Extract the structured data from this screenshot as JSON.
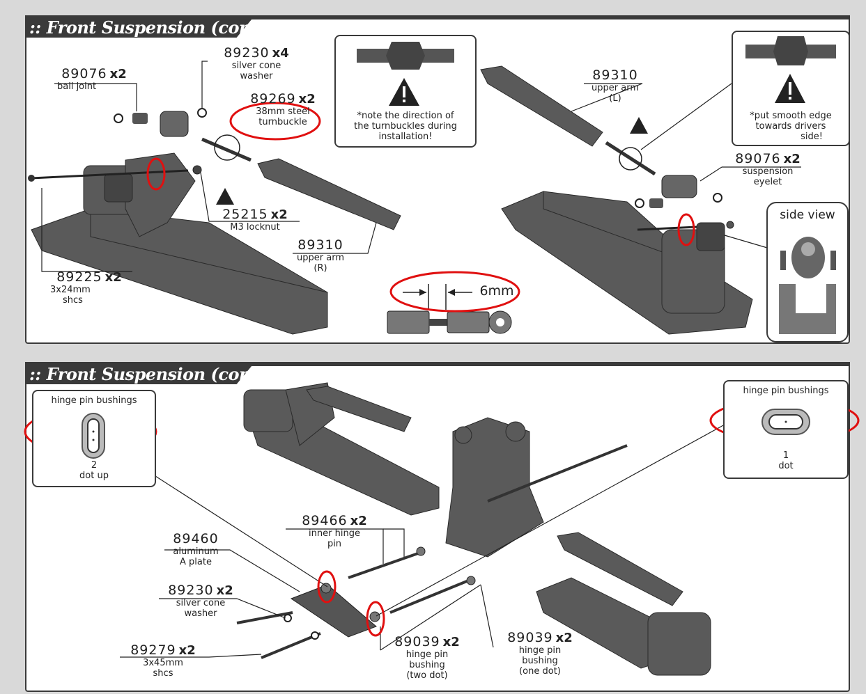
{
  "sections": [
    {
      "title": ":: Front Suspension (cont.)"
    },
    {
      "title": ":: Front Suspension (cont.)"
    }
  ],
  "top": {
    "ball_joint": {
      "pn": "89076",
      "qty": "x2",
      "desc": "ball joint"
    },
    "cone_washer": {
      "pn": "89230",
      "qty": "x4",
      "desc1": "silver cone",
      "desc2": "washer"
    },
    "turnbuckle": {
      "pn": "89269",
      "qty": "x2",
      "desc1": "38mm steel",
      "desc2": "turnbuckle"
    },
    "locknut": {
      "pn": "25215",
      "qty": "x2",
      "desc": "M3 locknut"
    },
    "shcs": {
      "pn": "89225",
      "qty": "x2",
      "desc1": "3x24mm",
      "desc2": "shcs"
    },
    "upper_arm_r": {
      "pn": "89310",
      "desc1": "upper arm",
      "desc2": "(R)"
    },
    "upper_arm_l": {
      "pn": "89310",
      "desc1": "upper arm",
      "desc2": "(L)"
    },
    "eyelet": {
      "pn": "89076",
      "qty": "x2",
      "desc1": "suspension",
      "desc2": "eyelet"
    },
    "note_left": {
      "line1": "*note the direction of",
      "line2": "the turnbuckles during",
      "line3": "installation!"
    },
    "note_right": {
      "line1": "*put smooth edge",
      "line2": "towards drivers",
      "line3": "side!"
    },
    "side_view": "side view",
    "gap": "6mm"
  },
  "bottom": {
    "bushings_left": {
      "title": "hinge pin bushings",
      "count": "2",
      "label": "dot up"
    },
    "bushings_right": {
      "title": "hinge pin bushings",
      "count": "1",
      "label": "dot"
    },
    "inner_pin": {
      "pn": "89466",
      "qty": "x2",
      "desc1": "inner hinge",
      "desc2": "pin"
    },
    "a_plate": {
      "pn": "89460",
      "desc1": "aluminum",
      "desc2": "A plate"
    },
    "cone_washer": {
      "pn": "89230",
      "qty": "x2",
      "desc1": "silver cone",
      "desc2": "washer"
    },
    "shcs": {
      "pn": "89279",
      "qty": "x2",
      "desc1": "3x45mm",
      "desc2": "shcs"
    },
    "bushing_two": {
      "pn": "89039",
      "qty": "x2",
      "desc1": "hinge pin",
      "desc2": "bushing",
      "desc3": "(two dot)"
    },
    "bushing_one": {
      "pn": "89039",
      "qty": "x2",
      "desc1": "hinge pin",
      "desc2": "bushing",
      "desc3": "(one dot)"
    }
  },
  "colors": {
    "part": "#555555",
    "part_dark": "#3a3a3a",
    "highlight": "#e01010",
    "frame": "#3a3a3a"
  }
}
